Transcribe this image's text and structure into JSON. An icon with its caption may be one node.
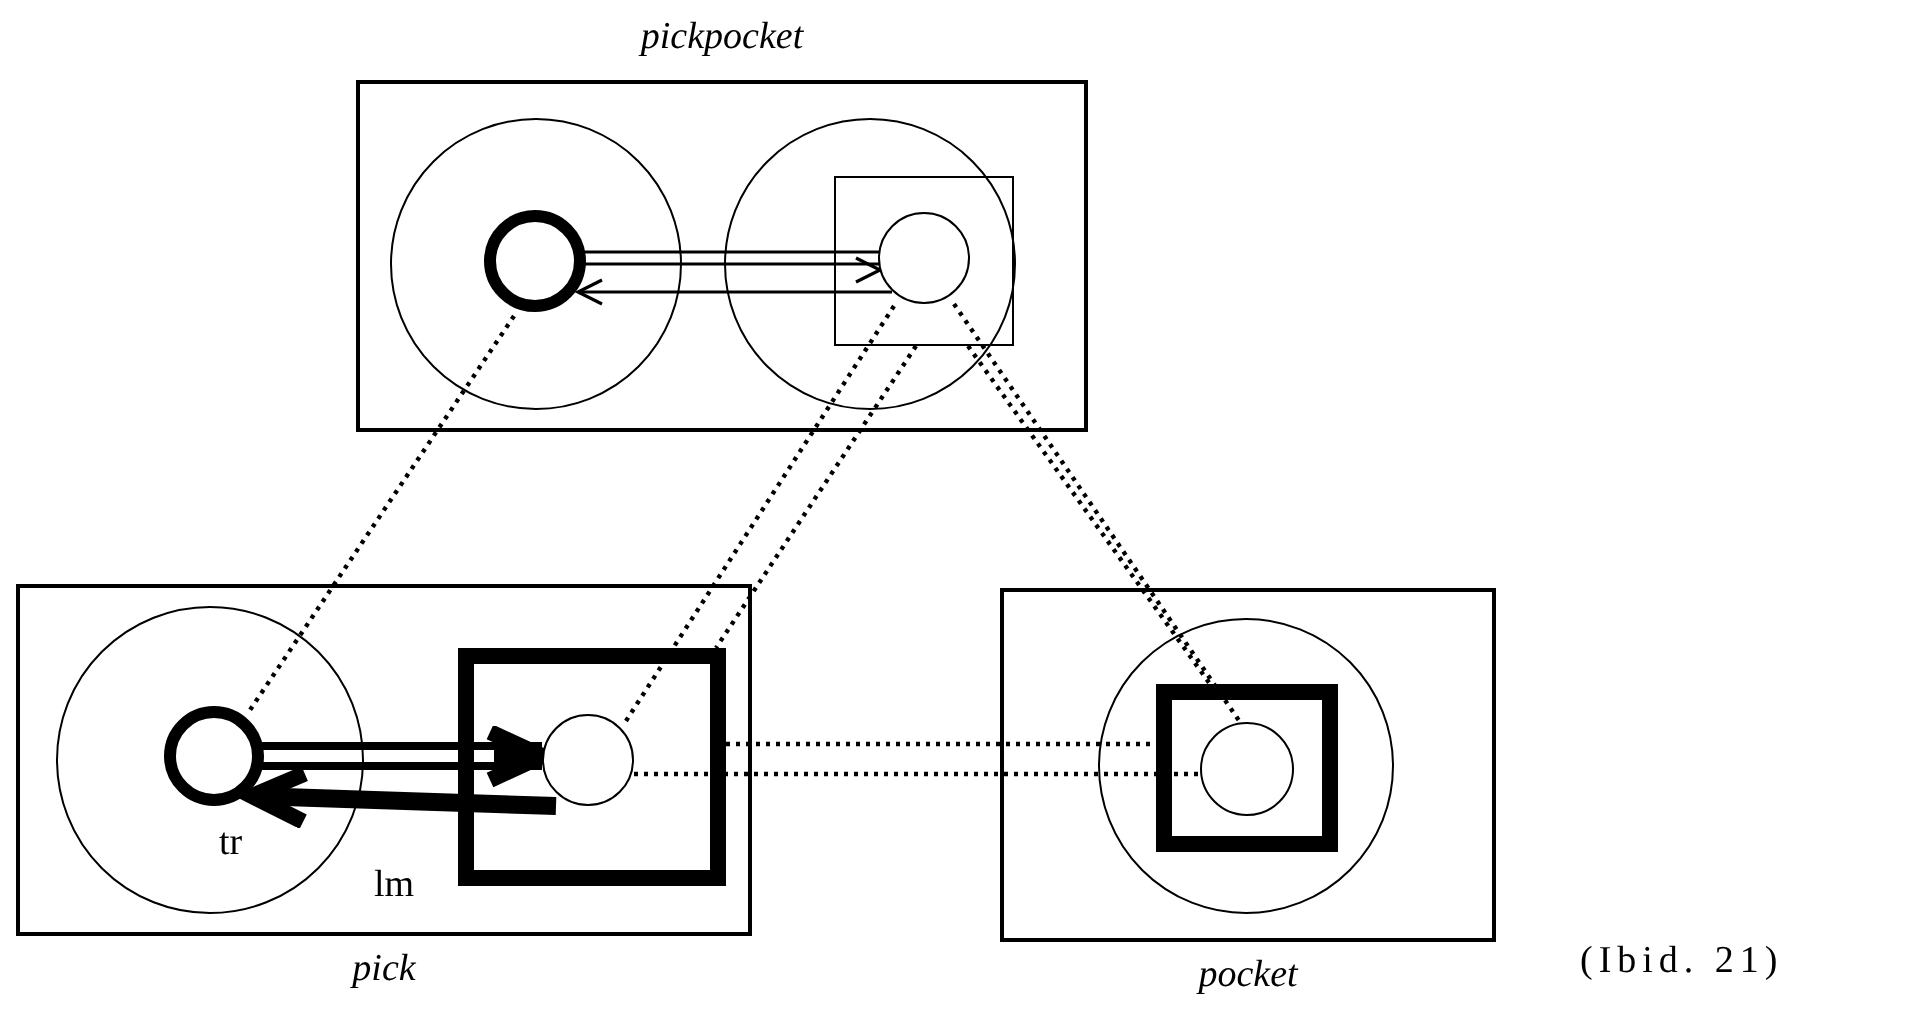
{
  "diagram": {
    "nodes": [
      {
        "text": [
          "pickpocket"
        ]
      },
      {
        "text": [],
        "shape": "circle",
        "in": 0
      },
      {
        "text": [],
        "shape": "circle",
        "in": 1
      },
      {
        "text": [],
        "shape": "circle",
        "in": 0
      },
      {
        "text": [],
        "shape": "box",
        "in": 3
      },
      {
        "text": [],
        "shape": "circle",
        "in": 4
      },
      {
        "text": [
          "pick"
        ]
      },
      {
        "text": [],
        "shape": "circle",
        "in": 6
      },
      {
        "text": [],
        "shape": "circle",
        "in": 7,
        "beside": [
          "tr"
        ]
      },
      {
        "text": [],
        "shape": "box",
        "in": 6,
        "beside": [
          "lm"
        ]
      },
      {
        "text": [],
        "shape": "circle",
        "in": 9
      },
      {
        "text": [
          "pocket"
        ]
      },
      {
        "text": [],
        "shape": "circle",
        "in": 11
      },
      {
        "text": [],
        "shape": "box",
        "in": 12
      },
      {
        "text": [],
        "shape": "circle",
        "in": 13
      }
    ],
    "edges": [
      {
        "from": 2,
        "to": 5,
        "arrow": "to"
      },
      {
        "from": 5,
        "to": 2,
        "arrow": "to"
      },
      {
        "from": 8,
        "to": 10,
        "arrow": "to",
        "style": "thick"
      },
      {
        "from": 10,
        "to": 8,
        "arrow": "to",
        "style": "thick"
      },
      {
        "from": 2,
        "to": 8,
        "arrow": "none",
        "style": "dashed"
      },
      {
        "from": 5,
        "to": 10,
        "arrow": "none",
        "style": "dashed"
      },
      {
        "from": 4,
        "to": 9,
        "arrow": "none",
        "style": "dashed"
      },
      {
        "from": 5,
        "to": 14,
        "arrow": "none",
        "style": "dashed"
      },
      {
        "from": 4,
        "to": 13,
        "arrow": "none",
        "style": "dashed"
      },
      {
        "from": 9,
        "to": 13,
        "arrow": "none",
        "style": "dashed"
      },
      {
        "from": 10,
        "to": 14,
        "arrow": "none",
        "style": "dashed"
      }
    ],
    "labels": [
      "(Ibid. 21)"
    ]
  }
}
